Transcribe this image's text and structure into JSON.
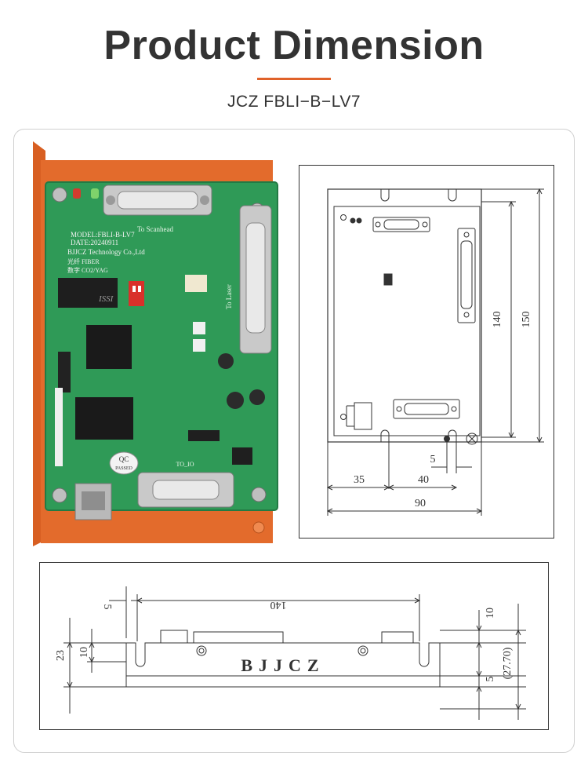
{
  "header": {
    "title": "Product Dimension",
    "subtitle": "JCZ FBLI−B−LV7"
  },
  "colors": {
    "title": "#333333",
    "accent": "#e0622a",
    "board_green": "#2f9a57",
    "chassis_orange": "#e36b2c"
  },
  "board": {
    "model_label": "MODEL:FBLI-B-LV7",
    "date_label": "DATE:20240911",
    "company_label": "BJJCZ Technology Co.,Ltd",
    "fiber_label": "光纤  FIBER",
    "co2_label": "数字  CO2/YAG",
    "scanhead_label": "To Scanhead",
    "laser_label": "To Laser",
    "io_label": "TO_IO",
    "qc_label": "QC",
    "qc_passed": "PASSED",
    "chip_label": "ISSI"
  },
  "top_view": {
    "dim_140": "140",
    "dim_150": "150",
    "dim_5": "5",
    "dim_35": "35",
    "dim_40": "40",
    "dim_90": "90"
  },
  "side_view": {
    "dim_5": "5",
    "dim_140": "140",
    "dim_10_right": "10",
    "dim_2770": "(27.70)",
    "dim_23": "23",
    "dim_10_left": "10",
    "dim_5_right": "5",
    "brand": "BJJCZ"
  }
}
